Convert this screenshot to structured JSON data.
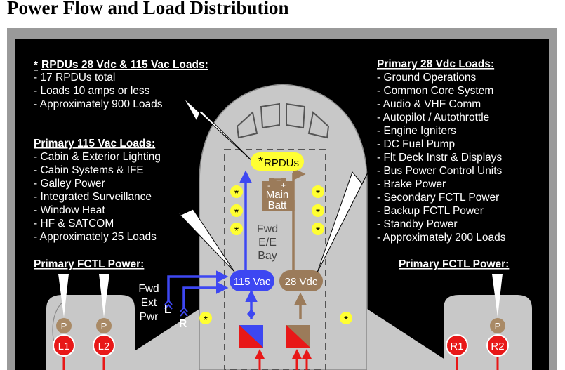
{
  "title": "Power Flow and Load Distribution",
  "rpdu_panel": {
    "star": "*",
    "heading": "RPDUs 28 Vdc & 115 Vac Loads:",
    "items": [
      "- 17 RPDUs total",
      "- Loads 10 amps or less",
      "- Approximately 900 Loads"
    ]
  },
  "vac_panel": {
    "heading": "Primary 115 Vac Loads:",
    "items": [
      "- Cabin & Exterior Lighting",
      "- Cabin Systems & IFE",
      "- Galley Power",
      "- Integrated Surveillance",
      "- Window Heat",
      "- HF & SATCOM",
      "- Approximately 25 Loads"
    ]
  },
  "vdc_panel": {
    "heading": "Primary 28 Vdc Loads:",
    "items": [
      "- Ground Operations",
      "- Common Core System",
      "- Audio & VHF Comm",
      "- Autopilot / Autothrottle",
      "- Engine Igniters",
      "- DC Fuel Pump",
      "- Flt Deck Instr & Displays",
      "- Bus Power Control Units",
      "- Brake Power",
      "- Secondary FCTL Power",
      "- Backup FCTL Power",
      "- Standby Power",
      "- Approximately 200 Loads"
    ]
  },
  "fctl_left": {
    "heading": "Primary FCTL Power:"
  },
  "fctl_right": {
    "heading": "Primary FCTL Power:"
  },
  "nodes": {
    "rpdus_star": "*",
    "rpdus": "RPDUs",
    "main_batt": [
      "Main",
      "Batt"
    ],
    "batt_minus": "-",
    "batt_plus": "+",
    "fwd_ee_bay": [
      "Fwd",
      "E/E",
      "Bay"
    ],
    "bus_115": "115 Vac",
    "bus_28": "28 Vdc",
    "ext_pwr": [
      "Fwd",
      "Ext",
      "Pwr"
    ],
    "ext_l": "L",
    "ext_r": "R",
    "star_marker": "*",
    "pdu_l": [
      "P",
      "P"
    ],
    "pdu_r": [
      "P"
    ],
    "gen_l": [
      "L1",
      "L2"
    ],
    "gen_r": [
      "R1",
      "R2"
    ]
  },
  "colors": {
    "background": "#000000",
    "frame": "#9a9a9a",
    "aircraft": "#c8c8c8",
    "ac_blue": "#3d47f2",
    "dc_brown": "#9b7b5a",
    "rpdu_yellow": "#ffff33",
    "generator_red": "#e81818",
    "pdu_tan": "#a98a66"
  }
}
